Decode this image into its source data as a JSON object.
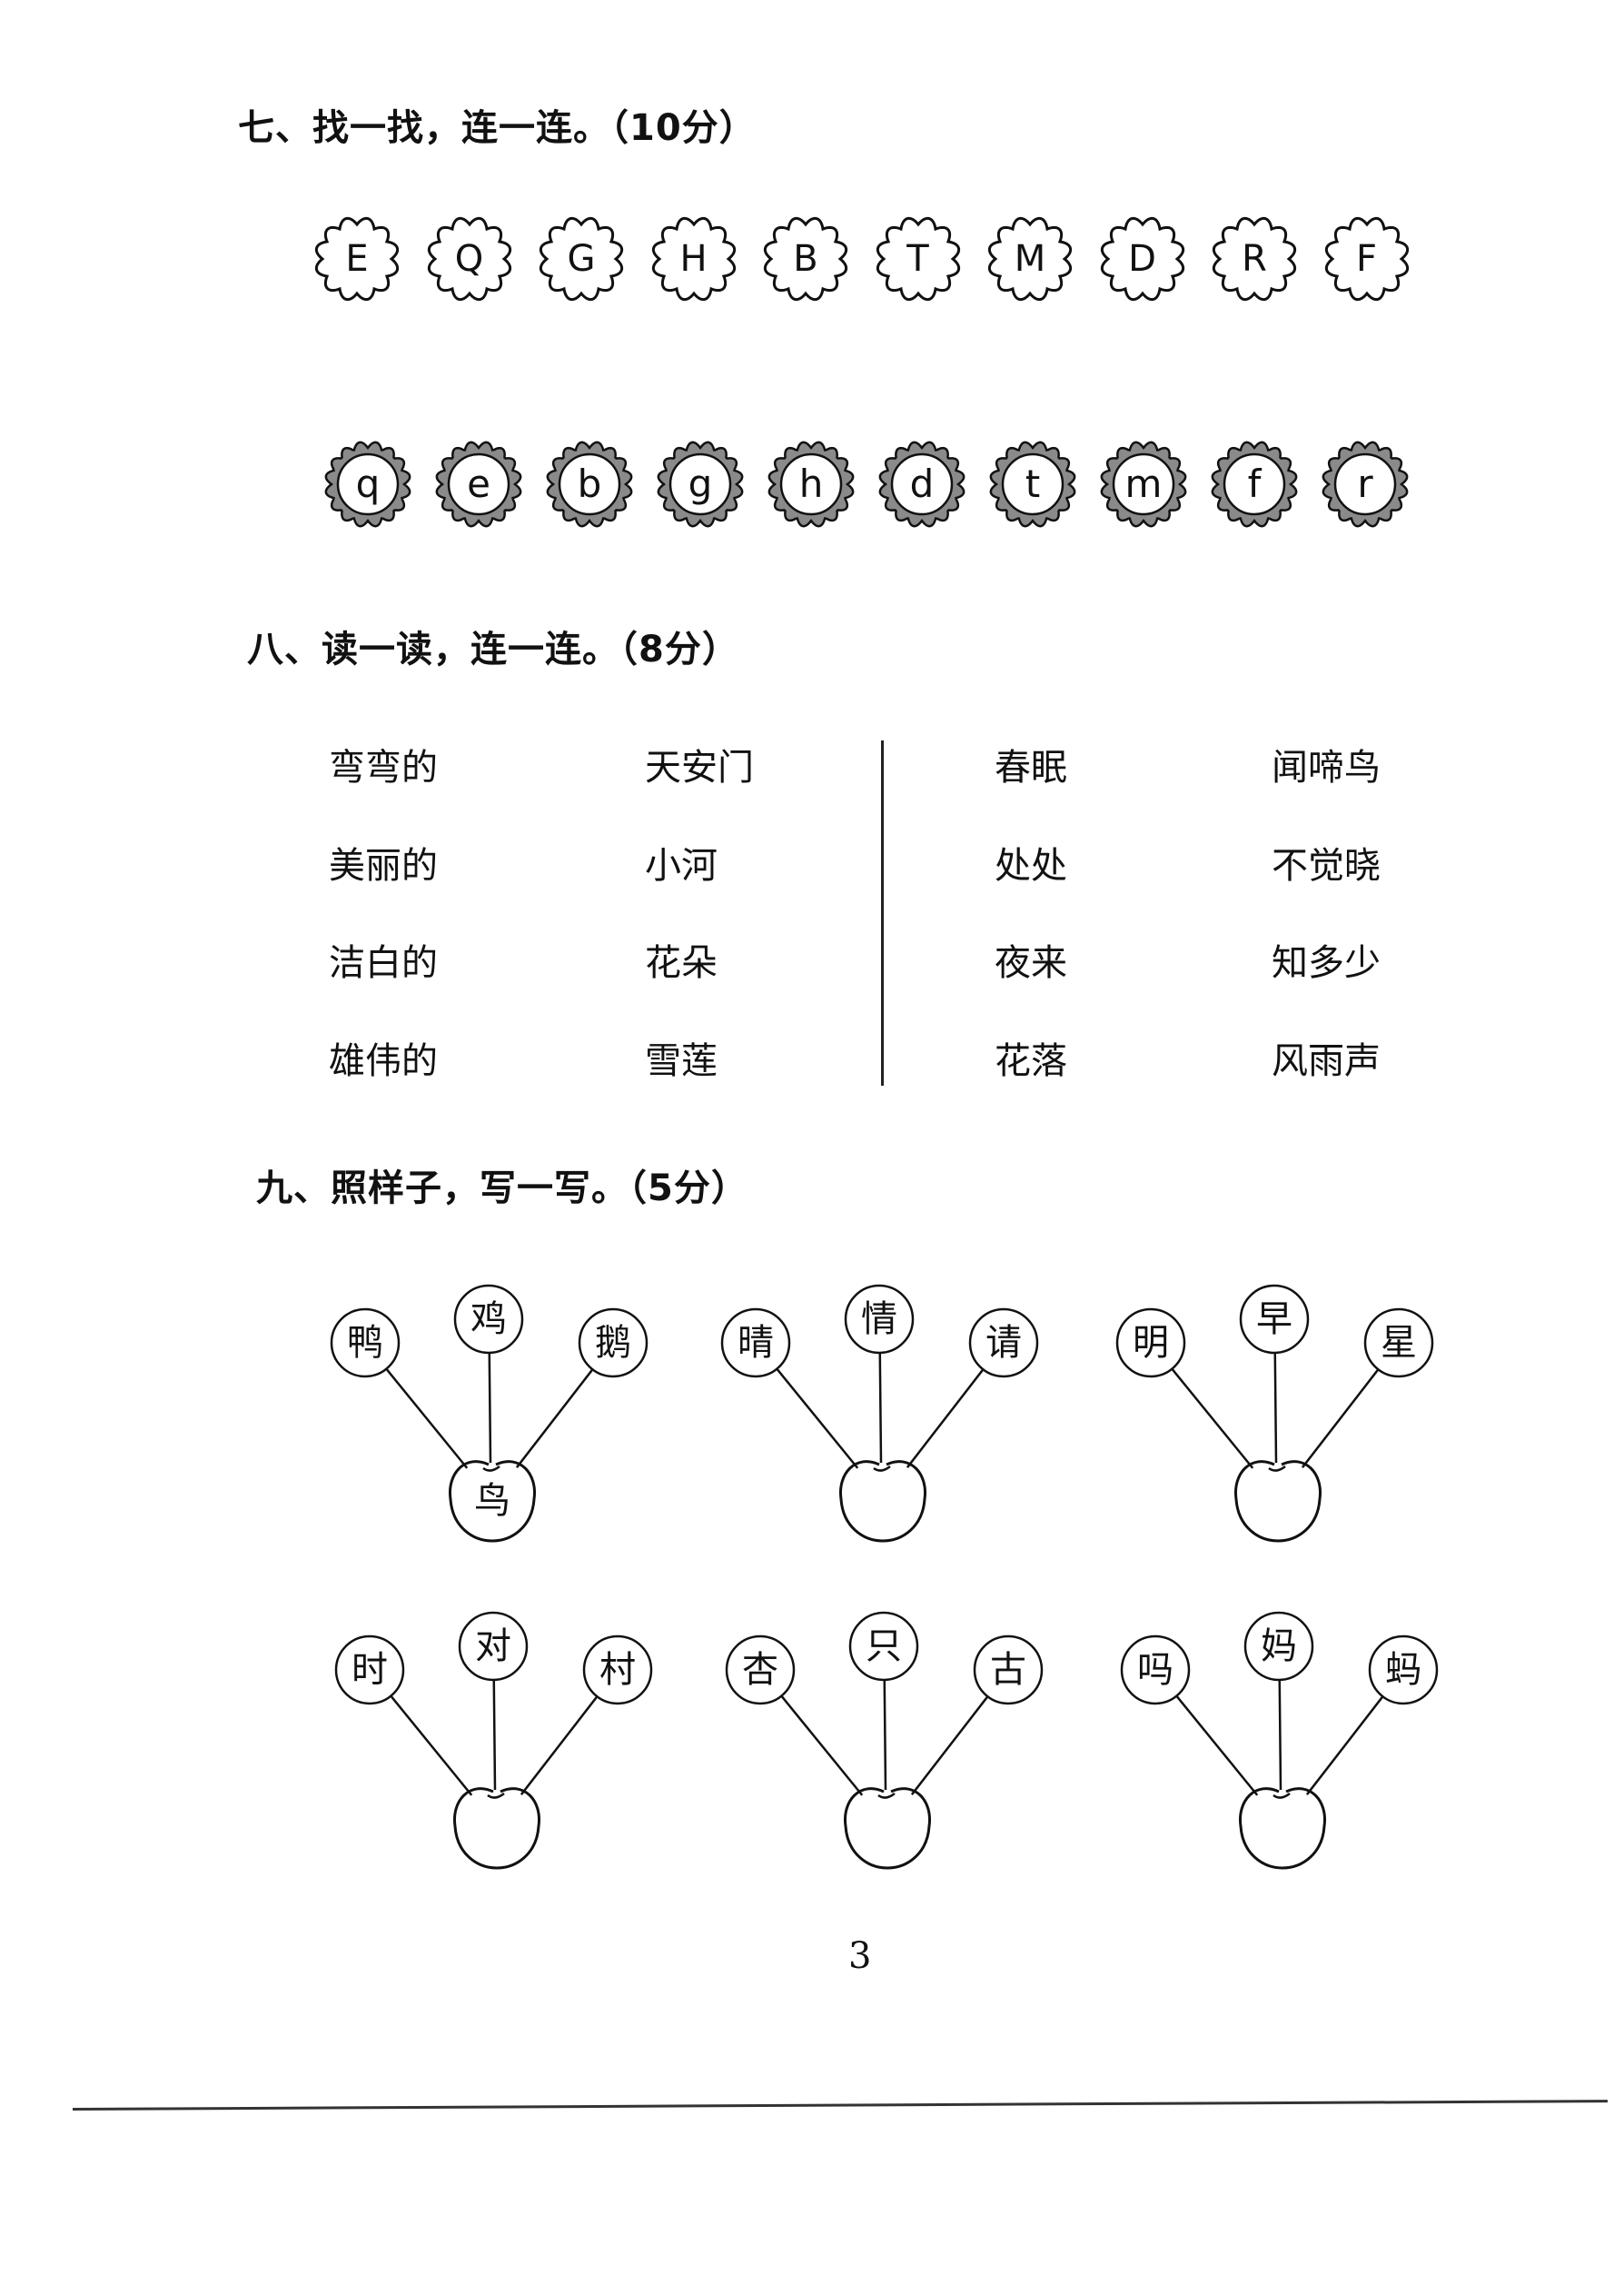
{
  "section7": {
    "title": "七、找一找，连一连。（10分）",
    "uppercase": [
      "E",
      "Q",
      "G",
      "H",
      "B",
      "T",
      "M",
      "D",
      "R",
      "F"
    ],
    "lowercase": [
      "q",
      "e",
      "b",
      "g",
      "h",
      "d",
      "t",
      "m",
      "f",
      "r"
    ]
  },
  "section8": {
    "title": "八、读一读，连一连。（8分）",
    "left_col_a": [
      "弯弯的",
      "美丽的",
      "洁白的",
      "雄伟的"
    ],
    "left_col_b": [
      "天安门",
      "小河",
      "花朵",
      "雪莲"
    ],
    "right_col_a": [
      "春眠",
      "处处",
      "夜来",
      "花落"
    ],
    "right_col_b": [
      "闻啼鸟",
      "不觉晓",
      "知多少",
      "风雨声"
    ]
  },
  "section9": {
    "title": "九、照样子，写一写。（5分）",
    "trees": [
      {
        "leaves": [
          "鸭",
          "鸡",
          "鹅"
        ],
        "root": "鸟"
      },
      {
        "leaves": [
          "晴",
          "情",
          "请"
        ],
        "root": ""
      },
      {
        "leaves": [
          "明",
          "早",
          "星"
        ],
        "root": ""
      },
      {
        "leaves": [
          "时",
          "对",
          "村"
        ],
        "root": ""
      },
      {
        "leaves": [
          "杏",
          "只",
          "古"
        ],
        "root": ""
      },
      {
        "leaves": [
          "吗",
          "妈",
          "蚂"
        ],
        "root": ""
      }
    ]
  },
  "footer": {
    "page_number": "3"
  }
}
